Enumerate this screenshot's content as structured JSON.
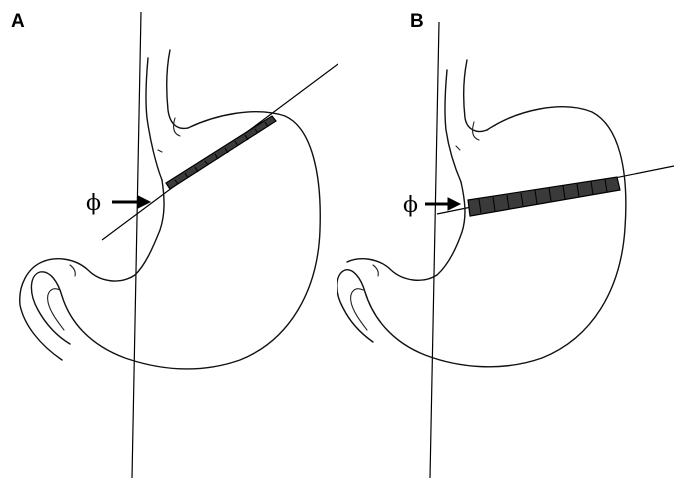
{
  "panels": [
    {
      "label": "A",
      "marker_symbol": "ϕ",
      "description_icons": [
        "stomach-outline-icon",
        "staple-line-icon",
        "arrow-icon"
      ]
    },
    {
      "label": "B",
      "marker_symbol": "ϕ",
      "description_icons": [
        "stomach-outline-icon",
        "staple-line-icon",
        "arrow-icon"
      ]
    }
  ],
  "colors": {
    "ink": "#111111",
    "background": "#ffffff"
  }
}
